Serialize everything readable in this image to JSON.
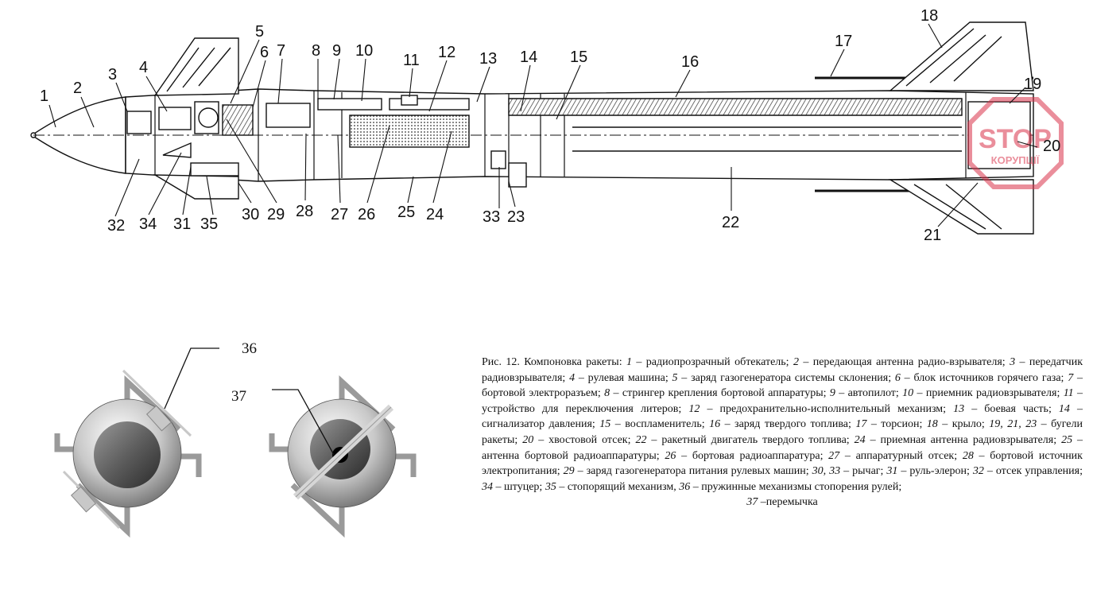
{
  "missile_labels": [
    "1",
    "2",
    "3",
    "4",
    "5",
    "6",
    "7",
    "8",
    "9",
    "10",
    "11",
    "12",
    "13",
    "14",
    "15",
    "16",
    "17",
    "18",
    "19",
    "20",
    "21",
    "22",
    "23",
    "24",
    "25",
    "26",
    "27",
    "28",
    "29",
    "30",
    "31",
    "32",
    "33",
    "34",
    "35"
  ],
  "lock_labels": [
    "36",
    "37"
  ],
  "watermark": {
    "line1": "STOP",
    "line2": "КОРУПЦІЇ",
    "color": "#d9334a"
  },
  "caption": {
    "intro": "Рис. 12. Компоновка ракеты: ",
    "items": [
      {
        "num": "1",
        "text": " – радиопрозрачный обтекатель; "
      },
      {
        "num": "2",
        "text": " – передающая антенна радио-взрывателя; "
      },
      {
        "num": "3",
        "text": " – передатчик радиовзрывателя; "
      },
      {
        "num": "4",
        "text": " – рулевая машина; "
      },
      {
        "num": "5",
        "text": " – заряд газогенератора системы склонения; "
      },
      {
        "num": "6",
        "text": " – блок источников горячего газа; "
      },
      {
        "num": "7",
        "text": " – бортовой электроразъем; "
      },
      {
        "num": "8",
        "text": " – стрингер крепления бортовой аппаратуры; "
      },
      {
        "num": "9",
        "text": " – автопилот; "
      },
      {
        "num": "10",
        "text": " – приемник радиовзрывателя; "
      },
      {
        "num": "11",
        "text": " – устройство для переключения литеров; "
      },
      {
        "num": "12",
        "text": " – предохранительно-исполнительный механизм; "
      },
      {
        "num": "13",
        "text": " – боевая часть; "
      },
      {
        "num": "14",
        "text": " – сигнализатор давления; "
      },
      {
        "num": "15",
        "text": " – воспламенитель; "
      },
      {
        "num": "16",
        "text": " – заряд твердого топлива; "
      },
      {
        "num": "17",
        "text": " – торсион; "
      },
      {
        "num": "18",
        "text": " – крыло; "
      },
      {
        "num": "19, 21, 23",
        "text": " – бугели ракеты; "
      },
      {
        "num": "20",
        "text": " – хвостовой отсек; "
      },
      {
        "num": "22",
        "text": " – ракетный двигатель твердого топлива; "
      },
      {
        "num": "24",
        "text": " – приемная антенна радиовзрывателя; "
      },
      {
        "num": "25",
        "text": " – антенна бортовой радиоаппаратуры; "
      },
      {
        "num": "26",
        "text": " – бортовая радиоаппаратура; "
      },
      {
        "num": "27",
        "text": " – аппаратурный отсек; "
      },
      {
        "num": "28",
        "text": " – бортовой источник электропитания; "
      },
      {
        "num": "29",
        "text": " – заряд газогенератора питания рулевых машин; "
      },
      {
        "num": "30, 33",
        "text": " – рычаг; "
      },
      {
        "num": "31",
        "text": " – руль-элерон; "
      },
      {
        "num": "32",
        "text": " – отсек управления; "
      },
      {
        "num": "34",
        "text": " – штуцер; "
      },
      {
        "num": "35",
        "text": " – стопорящий механизм, "
      },
      {
        "num": "36",
        "text": " – пружинные механизмы стопорения рулей; "
      }
    ],
    "last": {
      "num": "37",
      "text": " –перемычка"
    }
  }
}
